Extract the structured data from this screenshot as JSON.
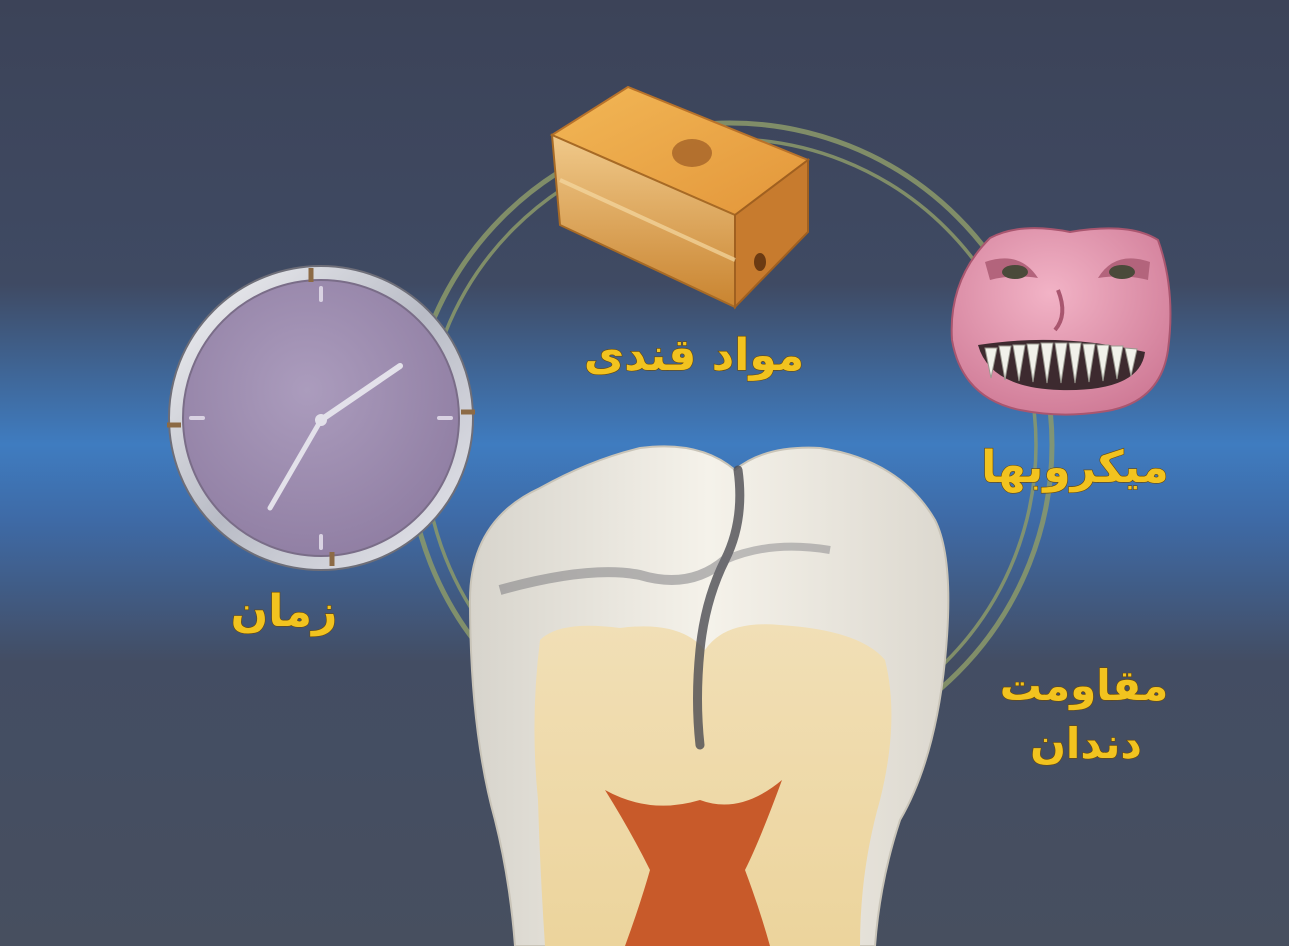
{
  "labels": {
    "sugars": "مواد قندی",
    "microbes": "میکروبها",
    "time": "زمان",
    "tooth_resistance_line1": "مقاومت",
    "tooth_resistance_line2": "دندان"
  },
  "colors": {
    "background_top": "#3f4960",
    "background_band": "#3f7cc0",
    "background_bottom": "#454e60",
    "label_fill": "#f2c31f",
    "ring": "#8c9a6a",
    "clock_face": "#9f8eb0",
    "sponge": "#e9a545",
    "microbe": "#e59ab1",
    "enamel": "#eeeae0",
    "dentin": "#efd9a8",
    "pulp": "#c85a2a"
  },
  "icons": [
    "clock-icon",
    "sugar-cake-icon",
    "microbe-face-icon",
    "tooth-cross-section-icon"
  ]
}
